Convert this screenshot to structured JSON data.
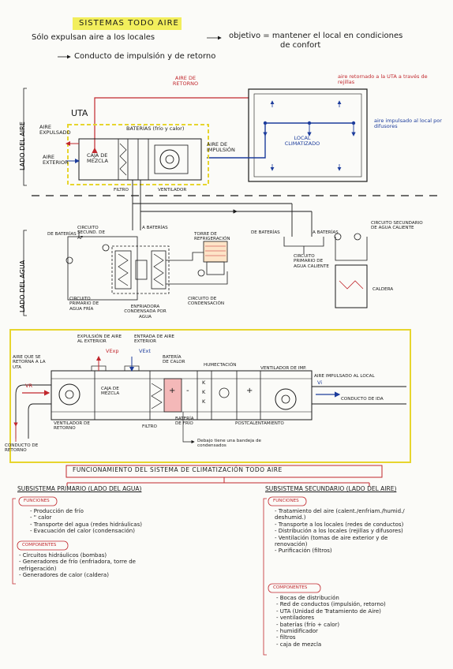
{
  "title": "SISTEMAS TODO AIRE",
  "intro": {
    "line1": "Sólo expulsan aire a los locales",
    "objective": "objetivo = mantener el local en condiciones",
    "objective2": "de confort",
    "line3": "Conducto de impulsión y de retorno"
  },
  "air_side": {
    "side_label": "LADO DEL AIRE",
    "uta": "UTA",
    "return_air": "AIRE DE RETORNO",
    "return_to_uta": "aire retornado a la UTA a través de rejillas",
    "expelled_air": "AIRE EXPULSADO",
    "exterior_air": "AIRE EXTERIOR",
    "mixing_box": "CAJA DE MEZCLA",
    "batteries": "BATERÍAS (frío y calor)",
    "supply_air": "AIRE DE IMPULSIÓN",
    "filter": "FILTRO",
    "fan": "VENTILADOR",
    "local": "LOCAL CLIMATIZADO",
    "diffusers": "aire impulsado al local por difusores"
  },
  "water_side": {
    "side_label": "LADO DEL AGUA",
    "to_batteries_1": "A BATERÍAS",
    "from_batteries_1": "DE BATERÍAS",
    "secondary_cold": "CIRCUITO SECUND. DE AF",
    "primary_cold": "CIRCUITO PRIMARIO DE AGUA FRÍA",
    "chiller": "ENFRIADORA CONDENSADA POR AGUA",
    "cooling_tower": "TORRE DE REFRIGERACIÓN",
    "condensation": "CIRCUITO DE CONDENSACIÓN",
    "from_batteries_2": "DE BATERÍAS",
    "to_batteries_2": "A BATERÍAS",
    "primary_hot": "CIRCUITO PRIMARIO DE AGUA CALIENTE",
    "secondary_hot": "CIRCUITO SECUNDARIO DE AGUA CALIENTE",
    "boiler": "CALDERA"
  },
  "detail": {
    "return_into_uta": "AIRE QUE SE RETORNA A LA UTA",
    "exp_exterior": "EXPULSIÓN DE AIRE AL EXTERIOR",
    "entry_exterior": "ENTRADA DE AIRE EXTERIOR",
    "vexp": "VExp",
    "vext": "VExt",
    "cold_battery": "BATERÍA DE CALOR",
    "humidification": "HUMECTACIÓN",
    "supply_fan": "VENTILADOR DE IMP.",
    "supply_to_local": "AIRE IMPULSADO AL LOCAL",
    "vi": "Vi",
    "vr": "VR",
    "mixing": "CAJA DE MEZCLA",
    "filter": "FILTRO",
    "return_fan": "VENTILADOR DE RETORNO",
    "heat_battery": "BATERÍA DE FRÍO",
    "post_heating": "POSTCALENTAMIENTO",
    "supply_duct": "CONDUCTO DE IDA",
    "return_duct": "CONDUCTO DE RETORNO",
    "tray_note": "Debajo tiene una bandeja de condensados",
    "plus": "+",
    "minus": "-",
    "k": "K"
  },
  "functioning": {
    "heading": "FUNCIONAMIENTO DEL SISTEMA DE CLIMATIZACIÓN TODO AIRE",
    "primary": {
      "title": "SUBSISTEMA PRIMARIO (LADO DEL AGUA)",
      "functions_label": "FUNCIONES",
      "functions": [
        "- Producción de frío",
        "-        \"        calor",
        "- Transporte del agua (redes hidráulicas)",
        "- Evacuación del calor (condensación)"
      ],
      "components_label": "COMPONENTES",
      "components": [
        "- Circuitos hidráulicos (bombas)",
        "- Generadores de frío (enfriadora, torre de",
        "   refrigeración)",
        "- Generadores de calor (caldera)"
      ]
    },
    "secondary": {
      "title": "SUBSISTEMA SECUNDARIO (LADO DEL AIRE)",
      "functions_label": "FUNCIONES",
      "functions": [
        "- Tratamiento del aire (calent./enfriam./humid./",
        "   deshumid.)",
        "- Transporte a los locales (redes de conductos)",
        "- Distribución a los locales (rejillas y difusores)",
        "- Ventilación (tomas de aire exterior y de",
        "   renovación)",
        "- Purificación (filtros)"
      ],
      "components_label": "COMPONENTES",
      "components": [
        "- Bocas de distribución",
        "- Red de conductos (impulsión, retorno)",
        "- UTA (Unidad de Tratamiento de Aire)",
        "    - ventiladores",
        "    - baterías (frío + calor)",
        "    - humidificador",
        "    - filtros",
        "    - caja de mezcla"
      ]
    }
  },
  "colors": {
    "ink": "#1a1a1a",
    "blue": "#1c3c9c",
    "red": "#c1272d",
    "highlight": "#f2ee5c",
    "pink": "#f4b8b8"
  }
}
